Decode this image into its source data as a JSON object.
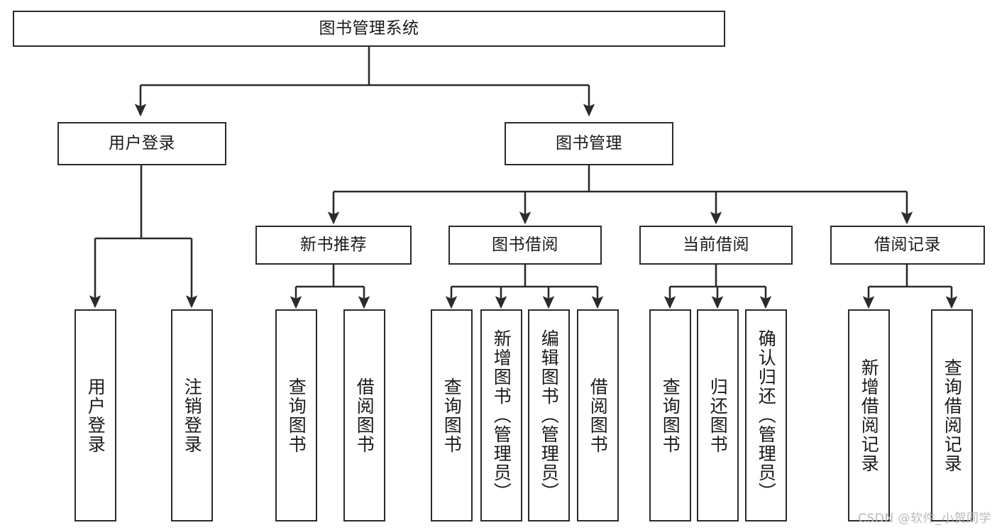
{
  "diagram": {
    "title": "图书管理系统",
    "type": "tree-hierarchy",
    "watermark": "CSDN @软件_小贺同学",
    "colors": {
      "background": "#ffffff",
      "box_border": "#2b2b2b",
      "box_fill": "#ffffff",
      "text": "#1a1a1a",
      "connector": "#2b2b2b",
      "watermark": "#b9b9b9"
    },
    "nodes": {
      "root": {
        "label": "图书管理系统"
      },
      "level1": [
        {
          "label": "用户登录"
        },
        {
          "label": "图书管理"
        }
      ],
      "level2": [
        {
          "label": "新书推荐"
        },
        {
          "label": "图书借阅"
        },
        {
          "label": "当前借阅"
        },
        {
          "label": "借阅记录"
        }
      ],
      "leaves": {
        "user_login": [
          {
            "label": "用户登录"
          },
          {
            "label": "注销登录"
          }
        ],
        "new_book_recommend": [
          {
            "label": "查询图书"
          },
          {
            "label": "借阅图书"
          }
        ],
        "book_borrow": [
          {
            "label": "查询图书"
          },
          {
            "label": "新增图书（管理员）"
          },
          {
            "label": "编辑图书（管理员）"
          },
          {
            "label": "借阅图书"
          }
        ],
        "current_borrow": [
          {
            "label": "查询图书"
          },
          {
            "label": "归还图书"
          },
          {
            "label": "确认归还（管理员）"
          }
        ],
        "borrow_records": [
          {
            "label": "新增借阅记录"
          },
          {
            "label": "查询借阅记录"
          }
        ]
      }
    }
  }
}
